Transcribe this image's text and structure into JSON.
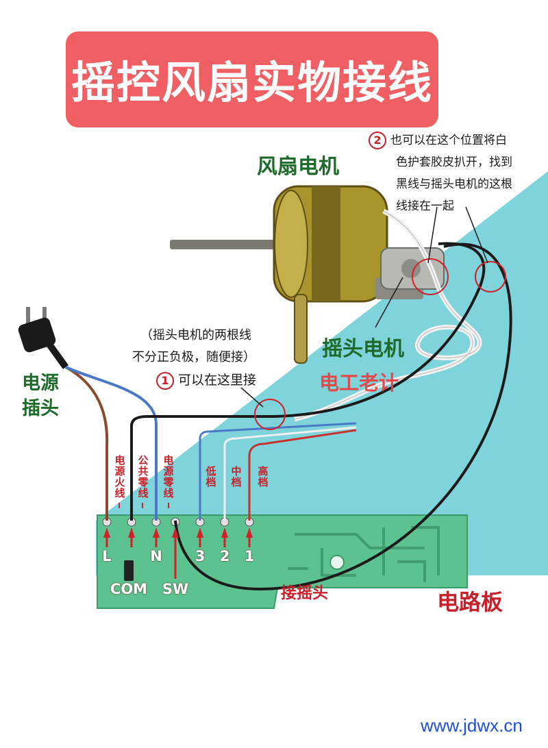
{
  "title": "摇控风扇实物接线",
  "labels": {
    "fan_motor": "风扇电机",
    "swing_motor": "摇头电机",
    "power_plug_line1": "电源",
    "power_plug_line2": "插头",
    "circuit_board": "电路板",
    "connect_swing": "接摇头",
    "brand": "电工老计"
  },
  "notes": {
    "note1_num": "1",
    "note1_text": "可以在这里接",
    "note2_num": "2",
    "note2_line1": "也可以在这个位置将白",
    "note2_line2": "色护套胶皮扒开，找到",
    "note2_line3": "黑线与摇头电机的这根",
    "note2_line4": "线接在一起",
    "swing_paren_line1": "（摇头电机的两根线",
    "swing_paren_line2": "不分正负极，随便接）"
  },
  "wire_labels": {
    "live": "电源火线",
    "common_neutral": "公共零线",
    "neutral": "电源零线",
    "low": "低档",
    "mid": "中档",
    "high": "高档"
  },
  "terminals": {
    "L": "L",
    "COM": "COM",
    "N": "N",
    "SW": "SW",
    "t3": "3",
    "t2": "2",
    "t1": "1"
  },
  "watermark": "www.jdwx.cn",
  "colors": {
    "banner": "#ef5f63",
    "teal_bg": "#7fd3da",
    "pcb": "#5cc28f",
    "label_red": "#c8202a",
    "label_green": "#1e6a2a",
    "wire_black": "#1a1a1a",
    "wire_blue": "#4a78c8",
    "wire_brown": "#8a4a30",
    "wire_red": "#c8302a",
    "watermark": "#1e4fd8"
  }
}
